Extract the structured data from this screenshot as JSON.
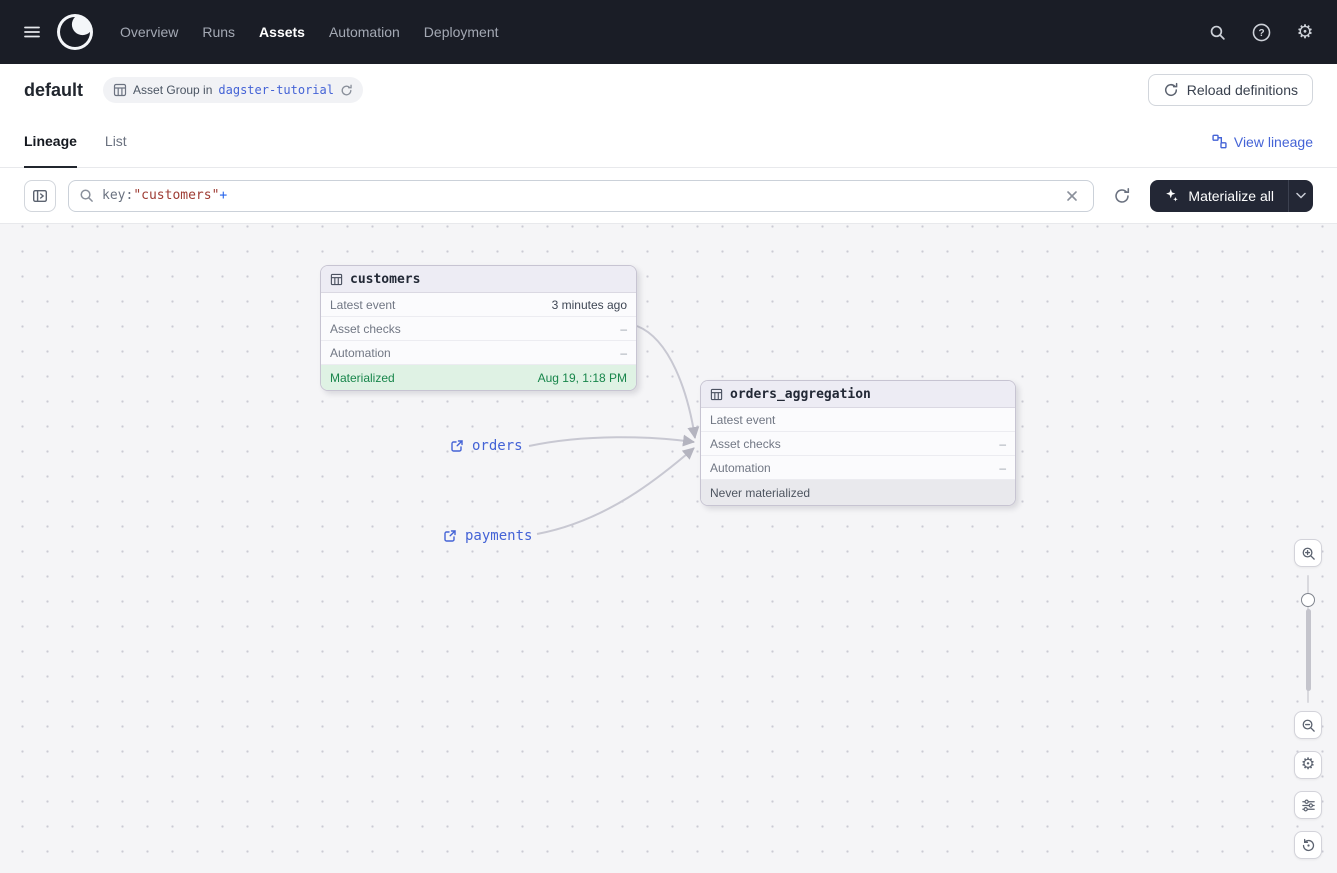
{
  "nav": {
    "items": [
      {
        "label": "Overview",
        "active": false
      },
      {
        "label": "Runs",
        "active": false
      },
      {
        "label": "Assets",
        "active": true
      },
      {
        "label": "Automation",
        "active": false
      },
      {
        "label": "Deployment",
        "active": false
      }
    ]
  },
  "header": {
    "title": "default",
    "badge_text": "Asset Group in",
    "badge_link": "dagster-tutorial",
    "reload_label": "Reload definitions"
  },
  "tabs": {
    "lineage": "Lineage",
    "list": "List",
    "view_lineage": "View lineage"
  },
  "toolbar": {
    "query_prefix": "key:",
    "query_quoted": "\"customers\"",
    "query_suffix": "+",
    "materialize_label": "Materialize all"
  },
  "graph": {
    "nodes": [
      {
        "title": "customers",
        "rows": [
          {
            "label": "Latest event",
            "value": "3 minutes ago"
          },
          {
            "label": "Asset checks",
            "value": "–"
          },
          {
            "label": "Automation",
            "value": "–"
          }
        ],
        "status_label": "Materialized",
        "status_value": "Aug 19, 1:18 PM",
        "status_type": "materialized"
      },
      {
        "title": "orders_aggregation",
        "rows": [
          {
            "label": "Latest event",
            "value": ""
          },
          {
            "label": "Asset checks",
            "value": "–"
          },
          {
            "label": "Automation",
            "value": "–"
          }
        ],
        "status_label": "Never materialized",
        "status_value": "",
        "status_type": "never"
      }
    ],
    "external_assets": [
      {
        "label": "orders"
      },
      {
        "label": "payments"
      }
    ]
  },
  "colors": {
    "accent_blue": "#4463D6",
    "nav_bg": "#1A1D26",
    "materialized_bg": "#DFF2E4",
    "materialized_text": "#18864B",
    "never_bg": "#E9E9ED",
    "canvas_bg": "#F5F5F7"
  }
}
